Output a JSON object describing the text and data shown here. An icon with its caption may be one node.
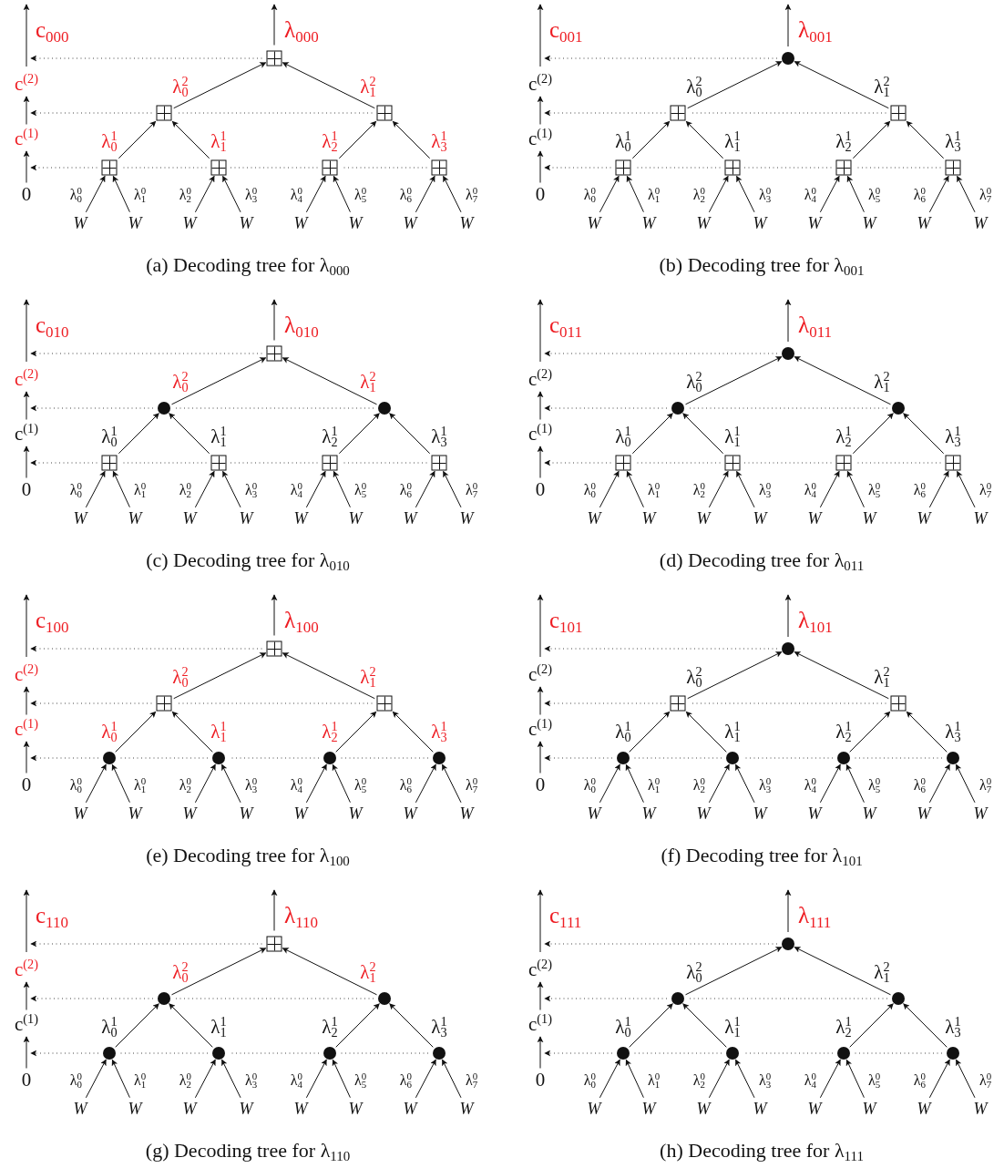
{
  "diagram": {
    "nodes": [
      {
        "text": [],
        "shape": "box"
      },
      {
        "text": [],
        "shape": "box"
      },
      {
        "text": [],
        "shape": "box"
      },
      {
        "text": [],
        "shape": "box"
      },
      {
        "text": [],
        "shape": "box"
      },
      {
        "text": [],
        "shape": "box"
      },
      {
        "text": [],
        "shape": "box"
      },
      {
        "text": [
          "c$^{(2)}$"
        ]
      },
      {
        "text": [
          "c$^{(1)}$"
        ]
      },
      {
        "text": [
          "0"
        ]
      },
      {
        "text": [
          "W"
        ]
      },
      {
        "text": [
          "W"
        ]
      },
      {
        "text": [
          "W"
        ]
      },
      {
        "text": [
          "W"
        ]
      },
      {
        "text": [
          "W"
        ]
      },
      {
        "text": [
          "W"
        ]
      },
      {
        "text": [
          "W"
        ]
      },
      {
        "text": [
          "W"
        ]
      },
      {
        "text": [],
        "shape": "circle"
      },
      {
        "text": [],
        "shape": "box"
      },
      {
        "text": [],
        "shape": "box"
      },
      {
        "text": [],
        "shape": "box"
      },
      {
        "text": [],
        "shape": "box"
      },
      {
        "text": [],
        "shape": "box"
      },
      {
        "text": [],
        "shape": "box"
      },
      {
        "text": [
          "c$^{(2)}$"
        ]
      },
      {
        "text": [
          "c$^{(1)}$"
        ]
      },
      {
        "text": [
          "0"
        ]
      },
      {
        "text": [
          "W"
        ]
      },
      {
        "text": [
          "W"
        ]
      },
      {
        "text": [
          "W"
        ]
      },
      {
        "text": [
          "W"
        ]
      },
      {
        "text": [
          "W"
        ]
      },
      {
        "text": [
          "W"
        ]
      },
      {
        "text": [
          "W"
        ]
      },
      {
        "text": [
          "W"
        ]
      },
      {
        "text": [],
        "shape": "box"
      },
      {
        "text": [],
        "shape": "circle"
      },
      {
        "text": [],
        "shape": "circle"
      },
      {
        "text": [],
        "shape": "box"
      },
      {
        "text": [],
        "shape": "box"
      },
      {
        "text": [],
        "shape": "box"
      },
      {
        "text": [],
        "shape": "box"
      },
      {
        "text": [
          "c$^{(2)}$"
        ]
      },
      {
        "text": [
          "c$^{(1)}$"
        ]
      },
      {
        "text": [
          "0"
        ]
      },
      {
        "text": [
          "W"
        ]
      },
      {
        "text": [
          "W"
        ]
      },
      {
        "text": [
          "W"
        ]
      },
      {
        "text": [
          "W"
        ]
      },
      {
        "text": [
          "W"
        ]
      },
      {
        "text": [
          "W"
        ]
      },
      {
        "text": [
          "W"
        ]
      },
      {
        "text": [
          "W"
        ]
      },
      {
        "text": [],
        "shape": "circle"
      },
      {
        "text": [],
        "shape": "circle"
      },
      {
        "text": [],
        "shape": "circle"
      },
      {
        "text": [],
        "shape": "box"
      },
      {
        "text": [],
        "shape": "box"
      },
      {
        "text": [],
        "shape": "box"
      },
      {
        "text": [],
        "shape": "box"
      },
      {
        "text": [
          "c$^{(2)}$"
        ]
      },
      {
        "text": [
          "c$^{(1)}$"
        ]
      },
      {
        "text": [
          "0"
        ]
      },
      {
        "text": [
          "W"
        ]
      },
      {
        "text": [
          "W"
        ]
      },
      {
        "text": [
          "W"
        ]
      },
      {
        "text": [
          "W"
        ]
      },
      {
        "text": [
          "W"
        ]
      },
      {
        "text": [
          "W"
        ]
      },
      {
        "text": [
          "W"
        ]
      },
      {
        "text": [
          "W"
        ]
      },
      {
        "text": [],
        "shape": "box"
      },
      {
        "text": [],
        "shape": "box"
      },
      {
        "text": [],
        "shape": "box"
      },
      {
        "text": [],
        "shape": "circle"
      },
      {
        "text": [],
        "shape": "circle"
      },
      {
        "text": [],
        "shape": "circle"
      },
      {
        "text": [],
        "shape": "circle"
      },
      {
        "text": [
          "c$^{(2)}$"
        ]
      },
      {
        "text": [
          "c$^{(1)}$"
        ]
      },
      {
        "text": [
          "0"
        ]
      },
      {
        "text": [
          "W"
        ]
      },
      {
        "text": [
          "W"
        ]
      },
      {
        "text": [
          "W"
        ]
      },
      {
        "text": [
          "W"
        ]
      },
      {
        "text": [
          "W"
        ]
      },
      {
        "text": [
          "W"
        ]
      },
      {
        "text": [
          "W"
        ]
      },
      {
        "text": [
          "W"
        ]
      },
      {
        "text": [],
        "shape": "circle"
      },
      {
        "text": [],
        "shape": "box"
      },
      {
        "text": [],
        "shape": "box"
      },
      {
        "text": [],
        "shape": "circle"
      },
      {
        "text": [],
        "shape": "circle"
      },
      {
        "text": [],
        "shape": "circle"
      },
      {
        "text": [],
        "shape": "circle"
      },
      {
        "text": [
          "c$^{(2)}$"
        ]
      },
      {
        "text": [
          "c$^{(1)}$"
        ]
      },
      {
        "text": [
          "0"
        ]
      },
      {
        "text": [
          "W"
        ]
      },
      {
        "text": [
          "W"
        ]
      },
      {
        "text": [
          "W"
        ]
      },
      {
        "text": [
          "W"
        ]
      },
      {
        "text": [
          "W"
        ]
      },
      {
        "text": [
          "W"
        ]
      },
      {
        "text": [
          "W"
        ]
      },
      {
        "text": [
          "W"
        ]
      },
      {
        "text": [],
        "shape": "box"
      },
      {
        "text": [],
        "shape": "circle"
      },
      {
        "text": [],
        "shape": "circle"
      },
      {
        "text": [],
        "shape": "circle"
      },
      {
        "text": [],
        "shape": "circle"
      },
      {
        "text": [],
        "shape": "circle"
      },
      {
        "text": [],
        "shape": "circle"
      },
      {
        "text": [
          "c$^{(2)}$"
        ]
      },
      {
        "text": [
          "c$^{(1)}$"
        ]
      },
      {
        "text": [
          "0"
        ]
      },
      {
        "text": [
          "W"
        ]
      },
      {
        "text": [
          "W"
        ]
      },
      {
        "text": [
          "W"
        ]
      },
      {
        "text": [
          "W"
        ]
      },
      {
        "text": [
          "W"
        ]
      },
      {
        "text": [
          "W"
        ]
      },
      {
        "text": [
          "W"
        ]
      },
      {
        "text": [
          "W"
        ]
      },
      {
        "text": [],
        "shape": "circle"
      },
      {
        "text": [],
        "shape": "circle"
      },
      {
        "text": [],
        "shape": "circle"
      },
      {
        "text": [],
        "shape": "circle"
      },
      {
        "text": [],
        "shape": "circle"
      },
      {
        "text": [],
        "shape": "circle"
      },
      {
        "text": [],
        "shape": "circle"
      },
      {
        "text": [
          "c$^{(2)}$"
        ]
      },
      {
        "text": [
          "c$^{(1)}$"
        ]
      },
      {
        "text": [
          "0"
        ]
      },
      {
        "text": [
          "W"
        ]
      },
      {
        "text": [
          "W"
        ]
      },
      {
        "text": [
          "W"
        ]
      },
      {
        "text": [
          "W"
        ]
      },
      {
        "text": [
          "W"
        ]
      },
      {
        "text": [
          "W"
        ]
      },
      {
        "text": [
          "W"
        ]
      },
      {
        "text": [
          "W"
        ]
      }
    ],
    "edges": [
      {
        "from": 10,
        "to": 3,
        "arrow": "to",
        "label": "λ$_{0}$$^{0}$"
      },
      {
        "from": 11,
        "to": 3,
        "arrow": "to",
        "label": "λ$_{1}$$^{0}$"
      },
      {
        "from": 12,
        "to": 4,
        "arrow": "to",
        "label": "λ$_{2}$$^{0}$"
      },
      {
        "from": 13,
        "to": 4,
        "arrow": "to",
        "label": "λ$_{3}$$^{0}$"
      },
      {
        "from": 14,
        "to": 5,
        "arrow": "to",
        "label": "λ$_{4}$$^{0}$"
      },
      {
        "from": 15,
        "to": 5,
        "arrow": "to",
        "label": "λ$_{5}$$^{0}$"
      },
      {
        "from": 16,
        "to": 6,
        "arrow": "to",
        "label": "λ$_{6}$$^{0}$"
      },
      {
        "from": 17,
        "to": 6,
        "arrow": "to",
        "label": "λ$_{7}$$^{0}$"
      },
      {
        "from": 3,
        "to": 1,
        "arrow": "to",
        "label": "λ$_{0}$$^{1}$"
      },
      {
        "from": 4,
        "to": 1,
        "arrow": "to",
        "label": "λ$_{1}$$^{1}$"
      },
      {
        "from": 5,
        "to": 2,
        "arrow": "to",
        "label": "λ$_{2}$$^{1}$"
      },
      {
        "from": 6,
        "to": 2,
        "arrow": "to",
        "label": "λ$_{3}$$^{1}$"
      },
      {
        "from": 1,
        "to": 0,
        "arrow": "to",
        "label": "λ$_{0}$$^{2}$"
      },
      {
        "from": 2,
        "to": 0,
        "arrow": "to",
        "label": "λ$_{1}$$^{2}$"
      },
      {
        "from": 0,
        "to": null,
        "arrow": "to",
        "label": "λ$_{000}$"
      },
      {
        "from": 9,
        "to": 8,
        "arrow": "to"
      },
      {
        "from": 8,
        "to": 7,
        "arrow": "to"
      },
      {
        "from": 7,
        "to": null,
        "arrow": "to",
        "label": "c$_{000}$"
      },
      {
        "from": 0,
        "to": 7,
        "arrow": "to",
        "style": "dashed"
      },
      {
        "from": 1,
        "to": 7,
        "arrow": "to",
        "style": "dashed"
      },
      {
        "from": 2,
        "to": 1,
        "arrow": "none",
        "style": "dashed"
      },
      {
        "from": 3,
        "to": 9,
        "arrow": "to",
        "style": "dashed"
      },
      {
        "from": 4,
        "to": 3,
        "arrow": "none",
        "style": "dashed"
      },
      {
        "from": 5,
        "to": 4,
        "arrow": "none",
        "style": "dashed"
      },
      {
        "from": 6,
        "to": 5,
        "arrow": "none",
        "style": "dashed"
      },
      {
        "from": 28,
        "to": 21,
        "arrow": "to",
        "label": "λ$_{0}$$^{0}$"
      },
      {
        "from": 29,
        "to": 21,
        "arrow": "to",
        "label": "λ$_{1}$$^{0}$"
      },
      {
        "from": 30,
        "to": 22,
        "arrow": "to",
        "label": "λ$_{2}$$^{0}$"
      },
      {
        "from": 31,
        "to": 22,
        "arrow": "to",
        "label": "λ$_{3}$$^{0}$"
      },
      {
        "from": 32,
        "to": 23,
        "arrow": "to",
        "label": "λ$_{4}$$^{0}$"
      },
      {
        "from": 33,
        "to": 23,
        "arrow": "to",
        "label": "λ$_{5}$$^{0}$"
      },
      {
        "from": 34,
        "to": 24,
        "arrow": "to",
        "label": "λ$_{6}$$^{0}$"
      },
      {
        "from": 35,
        "to": 24,
        "arrow": "to",
        "label": "λ$_{7}$$^{0}$"
      },
      {
        "from": 21,
        "to": 19,
        "arrow": "to",
        "label": "λ$_{0}$$^{1}$"
      },
      {
        "from": 22,
        "to": 19,
        "arrow": "to",
        "label": "λ$_{1}$$^{1}$"
      },
      {
        "from": 23,
        "to": 20,
        "arrow": "to",
        "label": "λ$_{2}$$^{1}$"
      },
      {
        "from": 24,
        "to": 20,
        "arrow": "to",
        "label": "λ$_{3}$$^{1}$"
      },
      {
        "from": 19,
        "to": 18,
        "arrow": "to",
        "label": "λ$_{0}$$^{2}$"
      },
      {
        "from": 20,
        "to": 18,
        "arrow": "to",
        "label": "λ$_{1}$$^{2}$"
      },
      {
        "from": 18,
        "to": null,
        "arrow": "to",
        "label": "λ$_{001}$"
      },
      {
        "from": 27,
        "to": 26,
        "arrow": "to"
      },
      {
        "from": 26,
        "to": 25,
        "arrow": "to"
      },
      {
        "from": 25,
        "to": null,
        "arrow": "to",
        "label": "c$_{001}$"
      },
      {
        "from": 18,
        "to": 25,
        "arrow": "to",
        "style": "dashed"
      },
      {
        "from": 19,
        "to": 25,
        "arrow": "to",
        "style": "dashed"
      },
      {
        "from": 20,
        "to": 19,
        "arrow": "none",
        "style": "dashed"
      },
      {
        "from": 21,
        "to": 27,
        "arrow": "to",
        "style": "dashed"
      },
      {
        "from": 22,
        "to": 21,
        "arrow": "none",
        "style": "dashed"
      },
      {
        "from": 23,
        "to": 22,
        "arrow": "none",
        "style": "dashed"
      },
      {
        "from": 24,
        "to": 23,
        "arrow": "none",
        "style": "dashed"
      },
      {
        "from": 46,
        "to": 39,
        "arrow": "to",
        "label": "λ$_{0}$$^{0}$"
      },
      {
        "from": 47,
        "to": 39,
        "arrow": "to",
        "label": "λ$_{1}$$^{0}$"
      },
      {
        "from": 48,
        "to": 40,
        "arrow": "to",
        "label": "λ$_{2}$$^{0}$"
      },
      {
        "from": 49,
        "to": 40,
        "arrow": "to",
        "label": "λ$_{3}$$^{0}$"
      },
      {
        "from": 50,
        "to": 41,
        "arrow": "to",
        "label": "λ$_{4}$$^{0}$"
      },
      {
        "from": 51,
        "to": 41,
        "arrow": "to",
        "label": "λ$_{5}$$^{0}$"
      },
      {
        "from": 52,
        "to": 42,
        "arrow": "to",
        "label": "λ$_{6}$$^{0}$"
      },
      {
        "from": 53,
        "to": 42,
        "arrow": "to",
        "label": "λ$_{7}$$^{0}$"
      },
      {
        "from": 39,
        "to": 37,
        "arrow": "to",
        "label": "λ$_{0}$$^{1}$"
      },
      {
        "from": 40,
        "to": 37,
        "arrow": "to",
        "label": "λ$_{1}$$^{1}$"
      },
      {
        "from": 41,
        "to": 38,
        "arrow": "to",
        "label": "λ$_{2}$$^{1}$"
      },
      {
        "from": 42,
        "to": 38,
        "arrow": "to",
        "label": "λ$_{3}$$^{1}$"
      },
      {
        "from": 37,
        "to": 36,
        "arrow": "to",
        "label": "λ$_{0}$$^{2}$"
      },
      {
        "from": 38,
        "to": 36,
        "arrow": "to",
        "label": "λ$_{1}$$^{2}$"
      },
      {
        "from": 36,
        "to": null,
        "arrow": "to",
        "label": "λ$_{010}$"
      },
      {
        "from": 45,
        "to": 44,
        "arrow": "to"
      },
      {
        "from": 44,
        "to": 43,
        "arrow": "to"
      },
      {
        "from": 43,
        "to": null,
        "arrow": "to",
        "label": "c$_{010}$"
      },
      {
        "from": 36,
        "to": 43,
        "arrow": "to",
        "style": "dashed"
      },
      {
        "from": 37,
        "to": 43,
        "arrow": "to",
        "style": "dashed"
      },
      {
        "from": 38,
        "to": 37,
        "arrow": "none",
        "style": "dashed"
      },
      {
        "from": 39,
        "to": 45,
        "arrow": "to",
        "style": "dashed"
      },
      {
        "from": 40,
        "to": 39,
        "arrow": "none",
        "style": "dashed"
      },
      {
        "from": 41,
        "to": 40,
        "arrow": "none",
        "style": "dashed"
      },
      {
        "from": 42,
        "to": 41,
        "arrow": "none",
        "style": "dashed"
      },
      {
        "from": 64,
        "to": 57,
        "arrow": "to",
        "label": "λ$_{0}$$^{0}$"
      },
      {
        "from": 65,
        "to": 57,
        "arrow": "to",
        "label": "λ$_{1}$$^{0}$"
      },
      {
        "from": 66,
        "to": 58,
        "arrow": "to",
        "label": "λ$_{2}$$^{0}$"
      },
      {
        "from": 67,
        "to": 58,
        "arrow": "to",
        "label": "λ$_{3}$$^{0}$"
      },
      {
        "from": 68,
        "to": 59,
        "arrow": "to",
        "label": "λ$_{4}$$^{0}$"
      },
      {
        "from": 69,
        "to": 59,
        "arrow": "to",
        "label": "λ$_{5}$$^{0}$"
      },
      {
        "from": 70,
        "to": 60,
        "arrow": "to",
        "label": "λ$_{6}$$^{0}$"
      },
      {
        "from": 71,
        "to": 60,
        "arrow": "to",
        "label": "λ$_{7}$$^{0}$"
      },
      {
        "from": 57,
        "to": 55,
        "arrow": "to",
        "label": "λ$_{0}$$^{1}$"
      },
      {
        "from": 58,
        "to": 55,
        "arrow": "to",
        "label": "λ$_{1}$$^{1}$"
      },
      {
        "from": 59,
        "to": 56,
        "arrow": "to",
        "label": "λ$_{2}$$^{1}$"
      },
      {
        "from": 60,
        "to": 56,
        "arrow": "to",
        "label": "λ$_{3}$$^{1}$"
      },
      {
        "from": 55,
        "to": 54,
        "arrow": "to",
        "label": "λ$_{0}$$^{2}$"
      },
      {
        "from": 56,
        "to": 54,
        "arrow": "to",
        "label": "λ$_{1}$$^{2}$"
      },
      {
        "from": 54,
        "to": null,
        "arrow": "to",
        "label": "λ$_{011}$"
      },
      {
        "from": 63,
        "to": 62,
        "arrow": "to"
      },
      {
        "from": 62,
        "to": 61,
        "arrow": "to"
      },
      {
        "from": 61,
        "to": null,
        "arrow": "to",
        "label": "c$_{011}$"
      },
      {
        "from": 54,
        "to": 61,
        "arrow": "to",
        "style": "dashed"
      },
      {
        "from": 55,
        "to": 61,
        "arrow": "to",
        "style": "dashed"
      },
      {
        "from": 56,
        "to": 55,
        "arrow": "none",
        "style": "dashed"
      },
      {
        "from": 57,
        "to": 63,
        "arrow": "to",
        "style": "dashed"
      },
      {
        "from": 58,
        "to": 57,
        "arrow": "none",
        "style": "dashed"
      },
      {
        "from": 59,
        "to": 58,
        "arrow": "none",
        "style": "dashed"
      },
      {
        "from": 60,
        "to": 59,
        "arrow": "none",
        "style": "dashed"
      },
      {
        "from": 82,
        "to": 75,
        "arrow": "to",
        "label": "λ$_{0}$$^{0}$"
      },
      {
        "from": 83,
        "to": 75,
        "arrow": "to",
        "label": "λ$_{1}$$^{0}$"
      },
      {
        "from": 84,
        "to": 76,
        "arrow": "to",
        "label": "λ$_{2}$$^{0}$"
      },
      {
        "from": 85,
        "to": 76,
        "arrow": "to",
        "label": "λ$_{3}$$^{0}$"
      },
      {
        "from": 86,
        "to": 77,
        "arrow": "to",
        "label": "λ$_{4}$$^{0}$"
      },
      {
        "from": 87,
        "to": 77,
        "arrow": "to",
        "label": "λ$_{5}$$^{0}$"
      },
      {
        "from": 88,
        "to": 78,
        "arrow": "to",
        "label": "λ$_{6}$$^{0}$"
      },
      {
        "from": 89,
        "to": 78,
        "arrow": "to",
        "label": "λ$_{7}$$^{0}$"
      },
      {
        "from": 75,
        "to": 73,
        "arrow": "to",
        "label": "λ$_{0}$$^{1}$"
      },
      {
        "from": 76,
        "to": 73,
        "arrow": "to",
        "label": "λ$_{1}$$^{1}$"
      },
      {
        "from": 77,
        "to": 74,
        "arrow": "to",
        "label": "λ$_{2}$$^{1}$"
      },
      {
        "from": 78,
        "to": 74,
        "arrow": "to",
        "label": "λ$_{3}$$^{1}$"
      },
      {
        "from": 73,
        "to": 72,
        "arrow": "to",
        "label": "λ$_{0}$$^{2}$"
      },
      {
        "from": 74,
        "to": 72,
        "arrow": "to",
        "label": "λ$_{1}$$^{2}$"
      },
      {
        "from": 72,
        "to": null,
        "arrow": "to",
        "label": "λ$_{100}$"
      },
      {
        "from": 81,
        "to": 80,
        "arrow": "to"
      },
      {
        "from": 80,
        "to": 79,
        "arrow": "to"
      },
      {
        "from": 79,
        "to": null,
        "arrow": "to",
        "label": "c$_{100}$"
      },
      {
        "from": 72,
        "to": 79,
        "arrow": "to",
        "style": "dashed"
      },
      {
        "from": 73,
        "to": 79,
        "arrow": "to",
        "style": "dashed"
      },
      {
        "from": 74,
        "to": 73,
        "arrow": "none",
        "style": "dashed"
      },
      {
        "from": 75,
        "to": 81,
        "arrow": "to",
        "style": "dashed"
      },
      {
        "from": 76,
        "to": 75,
        "arrow": "none",
        "style": "dashed"
      },
      {
        "from": 77,
        "to": 76,
        "arrow": "none",
        "style": "dashed"
      },
      {
        "from": 78,
        "to": 77,
        "arrow": "none",
        "style": "dashed"
      },
      {
        "from": 100,
        "to": 93,
        "arrow": "to",
        "label": "λ$_{0}$$^{0}$"
      },
      {
        "from": 101,
        "to": 93,
        "arrow": "to",
        "label": "λ$_{1}$$^{0}$"
      },
      {
        "from": 102,
        "to": 94,
        "arrow": "to",
        "label": "λ$_{2}$$^{0}$"
      },
      {
        "from": 103,
        "to": 94,
        "arrow": "to",
        "label": "λ$_{3}$$^{0}$"
      },
      {
        "from": 104,
        "to": 95,
        "arrow": "to",
        "label": "λ$_{4}$$^{0}$"
      },
      {
        "from": 105,
        "to": 95,
        "arrow": "to",
        "label": "λ$_{5}$$^{0}$"
      },
      {
        "from": 106,
        "to": 96,
        "arrow": "to",
        "label": "λ$_{6}$$^{0}$"
      },
      {
        "from": 107,
        "to": 96,
        "arrow": "to",
        "label": "λ$_{7}$$^{0}$"
      },
      {
        "from": 93,
        "to": 91,
        "arrow": "to",
        "label": "λ$_{0}$$^{1}$"
      },
      {
        "from": 94,
        "to": 91,
        "arrow": "to",
        "label": "λ$_{1}$$^{1}$"
      },
      {
        "from": 95,
        "to": 92,
        "arrow": "to",
        "label": "λ$_{2}$$^{1}$"
      },
      {
        "from": 96,
        "to": 92,
        "arrow": "to",
        "label": "λ$_{3}$$^{1}$"
      },
      {
        "from": 91,
        "to": 90,
        "arrow": "to",
        "label": "λ$_{0}$$^{2}$"
      },
      {
        "from": 92,
        "to": 90,
        "arrow": "to",
        "label": "λ$_{1}$$^{2}$"
      },
      {
        "from": 90,
        "to": null,
        "arrow": "to",
        "label": "λ$_{101}$"
      },
      {
        "from": 99,
        "to": 98,
        "arrow": "to"
      },
      {
        "from": 98,
        "to": 97,
        "arrow": "to"
      },
      {
        "from": 97,
        "to": null,
        "arrow": "to",
        "label": "c$_{101}$"
      },
      {
        "from": 90,
        "to": 97,
        "arrow": "to",
        "style": "dashed"
      },
      {
        "from": 91,
        "to": 97,
        "arrow": "to",
        "style": "dashed"
      },
      {
        "from": 92,
        "to": 91,
        "arrow": "none",
        "style": "dashed"
      },
      {
        "from": 93,
        "to": 99,
        "arrow": "to",
        "style": "dashed"
      },
      {
        "from": 94,
        "to": 93,
        "arrow": "none",
        "style": "dashed"
      },
      {
        "from": 95,
        "to": 94,
        "arrow": "none",
        "style": "dashed"
      },
      {
        "from": 96,
        "to": 95,
        "arrow": "none",
        "style": "dashed"
      },
      {
        "from": 118,
        "to": 111,
        "arrow": "to",
        "label": "λ$_{0}$$^{0}$"
      },
      {
        "from": 119,
        "to": 111,
        "arrow": "to",
        "label": "λ$_{1}$$^{0}$"
      },
      {
        "from": 120,
        "to": 112,
        "arrow": "to",
        "label": "λ$_{2}$$^{0}$"
      },
      {
        "from": 121,
        "to": 112,
        "arrow": "to",
        "label": "λ$_{3}$$^{0}$"
      },
      {
        "from": 122,
        "to": 113,
        "arrow": "to",
        "label": "λ$_{4}$$^{0}$"
      },
      {
        "from": 123,
        "to": 113,
        "arrow": "to",
        "label": "λ$_{5}$$^{0}$"
      },
      {
        "from": 124,
        "to": 114,
        "arrow": "to",
        "label": "λ$_{6}$$^{0}$"
      },
      {
        "from": 125,
        "to": 114,
        "arrow": "to",
        "label": "λ$_{7}$$^{0}$"
      },
      {
        "from": 111,
        "to": 109,
        "arrow": "to",
        "label": "λ$_{0}$$^{1}$"
      },
      {
        "from": 112,
        "to": 109,
        "arrow": "to",
        "label": "λ$_{1}$$^{1}$"
      },
      {
        "from": 113,
        "to": 110,
        "arrow": "to",
        "label": "λ$_{2}$$^{1}$"
      },
      {
        "from": 114,
        "to": 110,
        "arrow": "to",
        "label": "λ$_{3}$$^{1}$"
      },
      {
        "from": 109,
        "to": 108,
        "arrow": "to",
        "label": "λ$_{0}$$^{2}$"
      },
      {
        "from": 110,
        "to": 108,
        "arrow": "to",
        "label": "λ$_{1}$$^{2}$"
      },
      {
        "from": 108,
        "to": null,
        "arrow": "to",
        "label": "λ$_{110}$"
      },
      {
        "from": 117,
        "to": 116,
        "arrow": "to"
      },
      {
        "from": 116,
        "to": 115,
        "arrow": "to"
      },
      {
        "from": 115,
        "to": null,
        "arrow": "to",
        "label": "c$_{110}$"
      },
      {
        "from": 108,
        "to": 115,
        "arrow": "to",
        "style": "dashed"
      },
      {
        "from": 109,
        "to": 115,
        "arrow": "to",
        "style": "dashed"
      },
      {
        "from": 110,
        "to": 109,
        "arrow": "none",
        "style": "dashed"
      },
      {
        "from": 111,
        "to": 117,
        "arrow": "to",
        "style": "dashed"
      },
      {
        "from": 112,
        "to": 111,
        "arrow": "none",
        "style": "dashed"
      },
      {
        "from": 113,
        "to": 112,
        "arrow": "none",
        "style": "dashed"
      },
      {
        "from": 114,
        "to": 113,
        "arrow": "none",
        "style": "dashed"
      },
      {
        "from": 136,
        "to": 129,
        "arrow": "to",
        "label": "λ$_{0}$$^{0}$"
      },
      {
        "from": 137,
        "to": 129,
        "arrow": "to",
        "label": "λ$_{1}$$^{0}$"
      },
      {
        "from": 138,
        "to": 130,
        "arrow": "to",
        "label": "λ$_{2}$$^{0}$"
      },
      {
        "from": 139,
        "to": 130,
        "arrow": "to",
        "label": "λ$_{3}$$^{0}$"
      },
      {
        "from": 140,
        "to": 131,
        "arrow": "to",
        "label": "λ$_{4}$$^{0}$"
      },
      {
        "from": 141,
        "to": 131,
        "arrow": "to",
        "label": "λ$_{5}$$^{0}$"
      },
      {
        "from": 142,
        "to": 132,
        "arrow": "to",
        "label": "λ$_{6}$$^{0}$"
      },
      {
        "from": 143,
        "to": 132,
        "arrow": "to",
        "label": "λ$_{7}$$^{0}$"
      },
      {
        "from": 129,
        "to": 127,
        "arrow": "to",
        "label": "λ$_{0}$$^{1}$"
      },
      {
        "from": 130,
        "to": 127,
        "arrow": "to",
        "label": "λ$_{1}$$^{1}$"
      },
      {
        "from": 131,
        "to": 128,
        "arrow": "to",
        "label": "λ$_{2}$$^{1}$"
      },
      {
        "from": 132,
        "to": 128,
        "arrow": "to",
        "label": "λ$_{3}$$^{1}$"
      },
      {
        "from": 127,
        "to": 126,
        "arrow": "to",
        "label": "λ$_{0}$$^{2}$"
      },
      {
        "from": 128,
        "to": 126,
        "arrow": "to",
        "label": "λ$_{1}$$^{2}$"
      },
      {
        "from": 126,
        "to": null,
        "arrow": "to",
        "label": "λ$_{111}$"
      },
      {
        "from": 135,
        "to": 134,
        "arrow": "to"
      },
      {
        "from": 134,
        "to": 133,
        "arrow": "to"
      },
      {
        "from": 133,
        "to": null,
        "arrow": "to",
        "label": "c$_{111}$"
      },
      {
        "from": 126,
        "to": 133,
        "arrow": "to",
        "style": "dashed"
      },
      {
        "from": 127,
        "to": 133,
        "arrow": "to",
        "style": "dashed"
      },
      {
        "from": 128,
        "to": 127,
        "arrow": "none",
        "style": "dashed"
      },
      {
        "from": 129,
        "to": 135,
        "arrow": "to",
        "style": "dashed"
      },
      {
        "from": 130,
        "to": 129,
        "arrow": "none",
        "style": "dashed"
      },
      {
        "from": 131,
        "to": 130,
        "arrow": "none",
        "style": "dashed"
      },
      {
        "from": 132,
        "to": 131,
        "arrow": "none",
        "style": "dashed"
      }
    ],
    "labels": [
      "(a) Decoding tree for λ$_{000}$",
      "(b) Decoding tree for λ$_{001}$",
      "(c) Decoding tree for λ$_{010}$",
      "(d) Decoding tree for λ$_{011}$",
      "(e) Decoding tree for λ$_{100}$",
      "(f) Decoding tree for λ$_{101}$",
      "(g) Decoding tree for λ$_{110}$",
      "(h) Decoding tree for λ$_{111}$"
    ]
  }
}
